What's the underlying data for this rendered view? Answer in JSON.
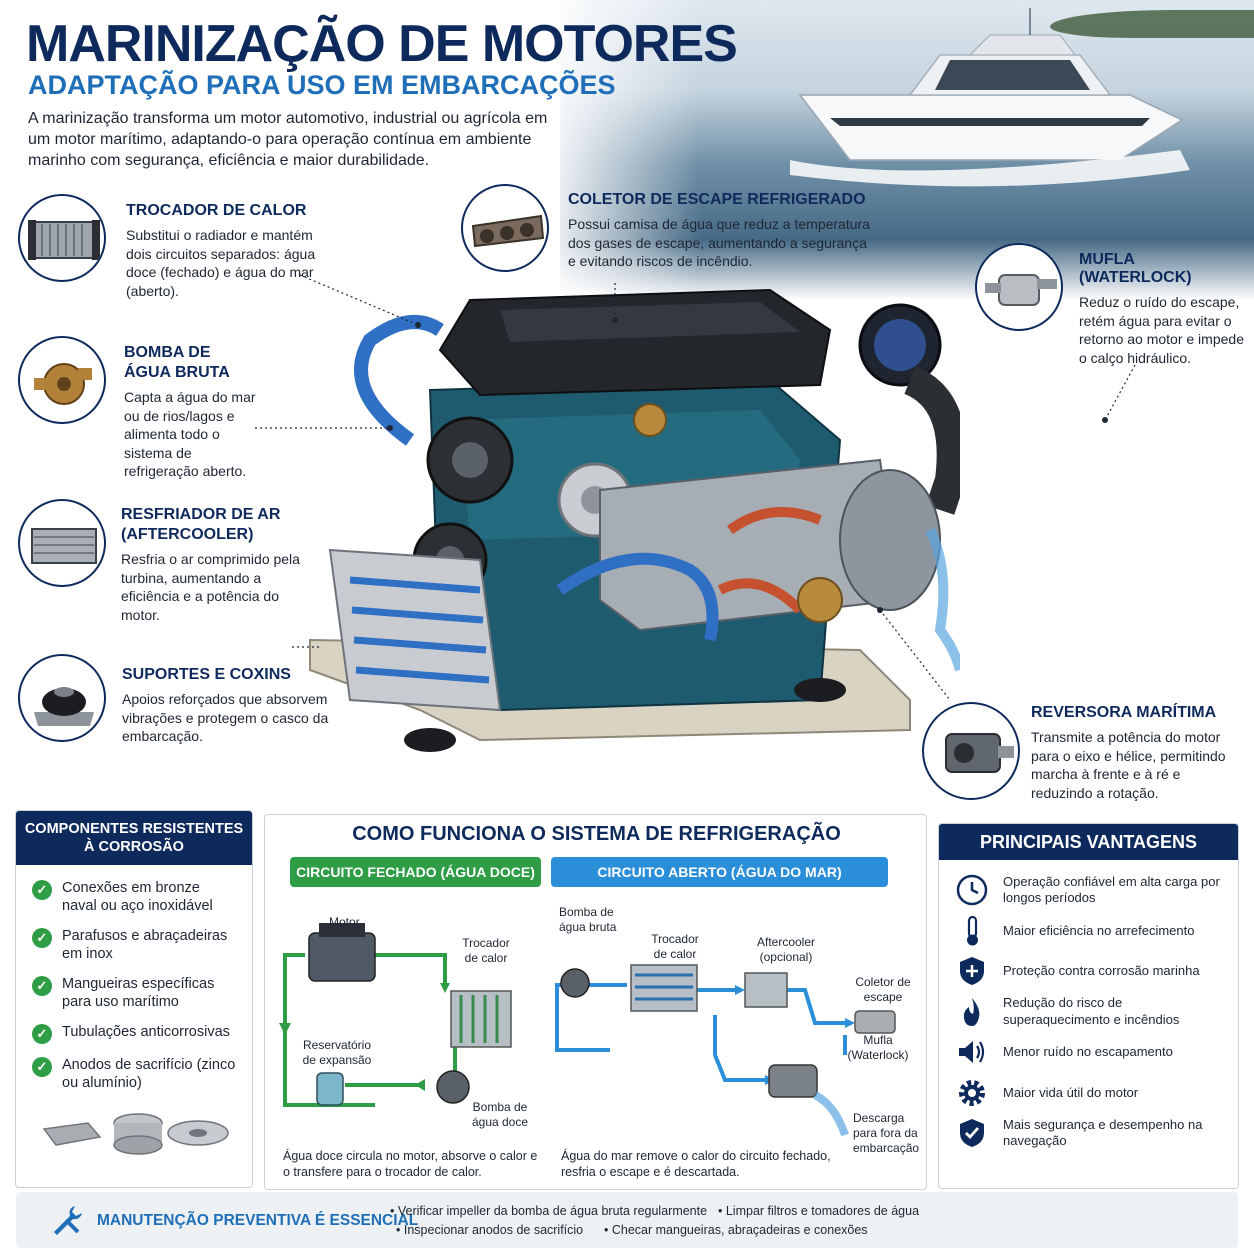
{
  "header": {
    "title": "MARINIZAÇÃO DE MOTORES",
    "subtitle": "ADAPTAÇÃO PARA USO EM EMBARCAÇÕES",
    "intro": "A marinização transforma um motor automotivo, industrial ou agrícola em um motor marítimo, adaptando-o para operação contínua em ambiente marinho com segurança, eficiência e maior durabilidade."
  },
  "callouts": {
    "trocador": {
      "title": "TROCADOR DE CALOR",
      "text": "Substitui o radiador e mantém dois circuitos separados: água doce (fechado) e água do mar (aberto)."
    },
    "coletor": {
      "title": "COLETOR DE ESCAPE REFRIGERADO",
      "text": "Possui camisa de água que reduz a temperatura dos gases de escape, aumentando a segurança e evitando riscos de incêndio."
    },
    "mufla": {
      "title": "MUFLA (WATERLOCK)",
      "text": "Reduz o ruído do escape, retém água para evitar o retorno ao motor e impede o calço hidráulico."
    },
    "bomba": {
      "title_1": "BOMBA DE",
      "title_2": "ÁGUA BRUTA",
      "text": "Capta a água do mar ou de rios/lagos e alimenta todo o sistema de refrigeração aberto."
    },
    "resfriador": {
      "title_1": "RESFRIADOR DE AR",
      "title_2": "(AFTERCOOLER)",
      "text": "Resfria o ar comprimido pela turbina, aumentando a eficiência e a potência do motor."
    },
    "suportes": {
      "title": "SUPORTES E COXINS",
      "text": "Apoios reforçados que absorvem vibrações e protegem o casco da embarcação."
    },
    "reversora": {
      "title": "REVERSORA MARÍTIMA",
      "text": "Transmite a potência do motor para o eixo e hélice, permitindo marcha à frente e à ré e reduzindo a rotação."
    }
  },
  "components": {
    "title_1": "COMPONENTES RESISTENTES",
    "title_2": "À CORROSÃO",
    "items": [
      "Conexões em bronze naval ou aço inoxidável",
      "Parafusos e abraçadeiras em inox",
      "Mangueiras específicas para uso marítimo",
      "Tubulações anticorrosivas",
      "Anodos de sacrifício (zinco ou alumínio)"
    ]
  },
  "cooling": {
    "title": "COMO FUNCIONA O SISTEMA DE REFRIGERAÇÃO",
    "closed": {
      "label": "CIRCUITO FECHADO (ÁGUA DOCE)",
      "motor": "Motor",
      "trocador": "Trocador de calor",
      "reservatorio": "Reservatório de expansão",
      "bomba": "Bomba de água doce",
      "caption": "Água doce circula no motor, absorve o calor e o transfere para o trocador de calor."
    },
    "open": {
      "label": "CIRCUITO ABERTO (ÁGUA DO MAR)",
      "bomba": "Bomba de água bruta",
      "trocador": "Trocador de calor",
      "aftercooler": "Aftercooler (opcional)",
      "coletor": "Coletor de escape",
      "mufla": "Mufla (Waterlock)",
      "descarga": "Descarga para fora da embarcação",
      "caption": "Água do mar remove o calor do circuito fechado, resfria o escape e é descartada."
    }
  },
  "advantages": {
    "title": "PRINCIPAIS VANTAGENS",
    "items": [
      {
        "icon": "clock-icon",
        "text": "Operação confiável em alta carga por longos períodos"
      },
      {
        "icon": "thermometer-icon",
        "text": "Maior eficiência no arrefecimento"
      },
      {
        "icon": "shield-plus-icon",
        "text": "Proteção contra corrosão marinha"
      },
      {
        "icon": "flame-icon",
        "text": "Redução do risco de superaquecimento e incêndios"
      },
      {
        "icon": "speaker-icon",
        "text": "Menor ruído no escapamento"
      },
      {
        "icon": "gear-icon",
        "text": "Maior vida útil do motor"
      },
      {
        "icon": "shield-check-icon",
        "text": "Mais segurança e desempenho na navegação"
      }
    ]
  },
  "maintenance": {
    "title": "MANUTENÇÃO PREVENTIVA É ESSENCIAL",
    "tips": [
      "Verificar impeller da bomba de água bruta regularmente",
      "Limpar filtros e tomadores de água",
      "Inspecionar anodos de sacrifício",
      "Checar mangueiras, abraçadeiras e conexões"
    ]
  },
  "colors": {
    "navy": "#0e2a5c",
    "accent_blue": "#1f6fb8",
    "closed_green": "#2e9d45",
    "open_blue": "#2a8fd8",
    "engine_teal": "#1f5b6e"
  }
}
